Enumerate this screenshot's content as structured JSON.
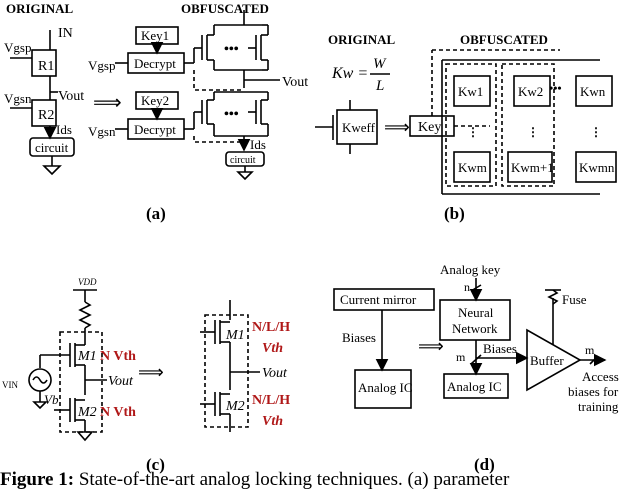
{
  "panel_a": {
    "title_original": "ORIGINAL",
    "title_obfuscated": "OBFUSCATED",
    "in_label": "IN",
    "r1": "R1",
    "r2": "R2",
    "vgsp": "Vgsp",
    "vgsn": "Vgsn",
    "vout": "Vout",
    "ids": "Ids",
    "circuit": "circuit",
    "key1": "Key1",
    "key2": "Key2",
    "decrypt": "Decrypt",
    "dots": "•••",
    "label": "(a)"
  },
  "panel_b": {
    "title_original": "ORIGINAL",
    "title_obfuscated": "OBFUSCATED",
    "kw_lhs": "Kw =",
    "w": "W",
    "l": "L",
    "kw_eff": "Kweff",
    "key": "Key",
    "kw1": "Kw1",
    "kw2": "Kw2",
    "kwn": "Kwn",
    "kwm": "Kwm",
    "kwm1": "Kwm+1",
    "kwmn": "Kwmn",
    "label": "(b)"
  },
  "panel_c": {
    "vdd": "VDD",
    "vin": "VIN",
    "vb": "Vb",
    "m1": "M1",
    "m2": "M2",
    "vout": "Vout",
    "n_vth": "N Vth",
    "nlh": "N/L/H",
    "vth": "Vth",
    "label": "(c)"
  },
  "panel_d": {
    "analog_key": "Analog key",
    "n": "n",
    "fuse": "Fuse",
    "current_mirror": "Current mirror",
    "neural_network_1": "Neural",
    "neural_network_2": "Network",
    "biases": "Biases",
    "m": "m",
    "buffer": "Buffer",
    "analog_ic": "Analog IC",
    "access_1": "Access",
    "access_2": "biases for",
    "access_3": "training",
    "label": "(d)"
  },
  "caption": {
    "prefix": "Figure 1:",
    "text": " State-of-the-art analog locking techniques. (a) parameter"
  }
}
